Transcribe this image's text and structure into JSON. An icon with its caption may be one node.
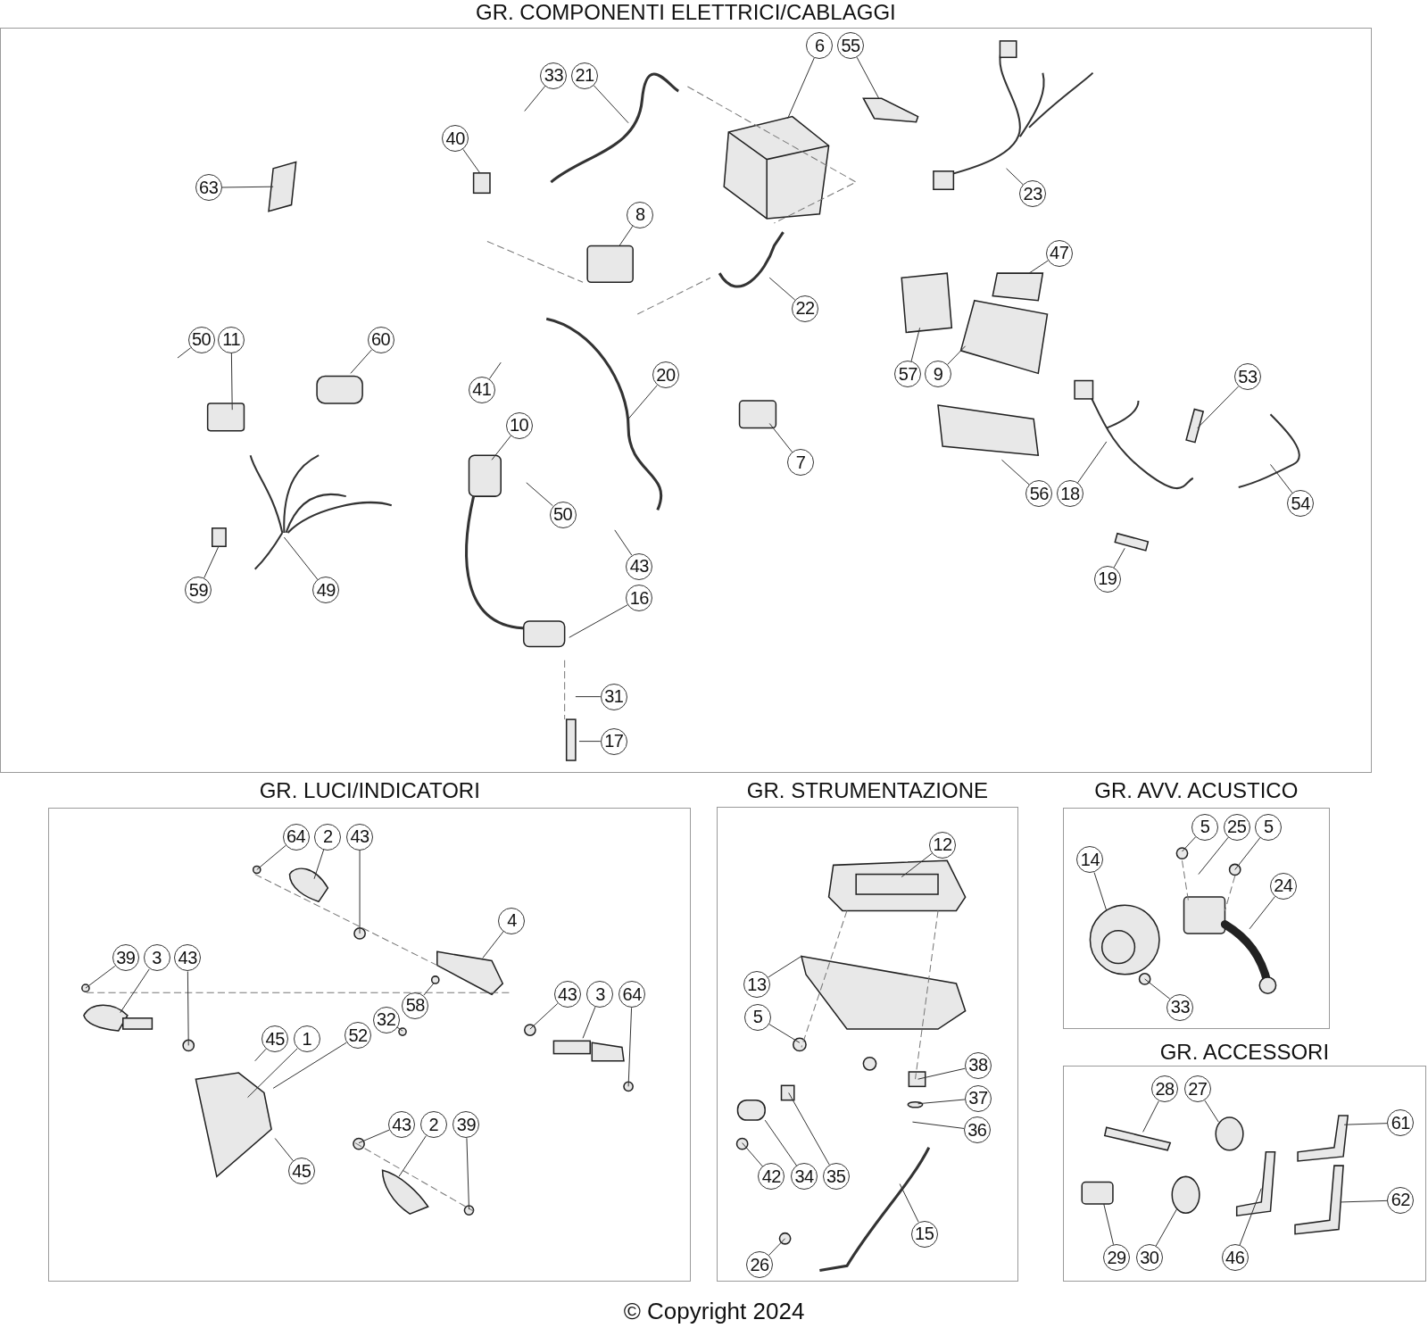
{
  "diagram": {
    "nodes": [
      {
        "text": [
          "GR. COMPONENTI ELETTRICI/CABLAGGI"
        ]
      },
      {
        "text": [
          "33"
        ],
        "in": 0
      },
      {
        "text": [
          "21"
        ],
        "in": 0
      },
      {
        "text": [
          "6"
        ],
        "in": 0
      },
      {
        "text": [
          "55"
        ],
        "in": 0
      },
      {
        "text": [
          "40"
        ],
        "in": 0
      },
      {
        "text": [
          "63"
        ],
        "in": 0
      },
      {
        "text": [
          "23"
        ],
        "in": 0
      },
      {
        "text": [
          "8"
        ],
        "in": 0
      },
      {
        "text": [
          "22"
        ],
        "in": 0
      },
      {
        "text": [
          "47"
        ],
        "in": 0
      },
      {
        "text": [
          "50"
        ],
        "in": 0
      },
      {
        "text": [
          "11"
        ],
        "in": 0
      },
      {
        "text": [
          "60"
        ],
        "in": 0
      },
      {
        "text": [
          "20"
        ],
        "in": 0
      },
      {
        "text": [
          "41"
        ],
        "in": 0
      },
      {
        "text": [
          "57"
        ],
        "in": 0
      },
      {
        "text": [
          "9"
        ],
        "in": 0
      },
      {
        "text": [
          "53"
        ],
        "in": 0
      },
      {
        "text": [
          "10"
        ],
        "in": 0
      },
      {
        "text": [
          "7"
        ],
        "in": 0
      },
      {
        "text": [
          "50"
        ],
        "in": 0
      },
      {
        "text": [
          "56"
        ],
        "in": 0
      },
      {
        "text": [
          "18"
        ],
        "in": 0
      },
      {
        "text": [
          "54"
        ],
        "in": 0
      },
      {
        "text": [
          "59"
        ],
        "in": 0
      },
      {
        "text": [
          "49"
        ],
        "in": 0
      },
      {
        "text": [
          "43"
        ],
        "in": 0
      },
      {
        "text": [
          "16"
        ],
        "in": 0
      },
      {
        "text": [
          "19"
        ],
        "in": 0
      },
      {
        "text": [
          "31"
        ],
        "in": 0
      },
      {
        "text": [
          "17"
        ],
        "in": 0
      },
      {
        "text": [
          "GR. LUCI/INDICATORI"
        ]
      },
      {
        "text": [
          "64"
        ],
        "in": 32
      },
      {
        "text": [
          "2"
        ],
        "in": 32
      },
      {
        "text": [
          "43"
        ],
        "in": 32
      },
      {
        "text": [
          "4"
        ],
        "in": 32
      },
      {
        "text": [
          "39"
        ],
        "in": 32
      },
      {
        "text": [
          "3"
        ],
        "in": 32
      },
      {
        "text": [
          "43"
        ],
        "in": 32
      },
      {
        "text": [
          "43"
        ],
        "in": 32
      },
      {
        "text": [
          "3"
        ],
        "in": 32
      },
      {
        "text": [
          "64"
        ],
        "in": 32
      },
      {
        "text": [
          "58"
        ],
        "in": 32
      },
      {
        "text": [
          "32"
        ],
        "in": 32
      },
      {
        "text": [
          "45"
        ],
        "in": 32
      },
      {
        "text": [
          "1"
        ],
        "in": 32
      },
      {
        "text": [
          "52"
        ],
        "in": 32
      },
      {
        "text": [
          "43"
        ],
        "in": 32
      },
      {
        "text": [
          "2"
        ],
        "in": 32
      },
      {
        "text": [
          "39"
        ],
        "in": 32
      },
      {
        "text": [
          "45"
        ],
        "in": 32
      },
      {
        "text": [
          "GR. STRUMENTAZIONE"
        ]
      },
      {
        "text": [
          "12"
        ],
        "in": 52
      },
      {
        "text": [
          "13"
        ],
        "in": 52
      },
      {
        "text": [
          "5"
        ],
        "in": 52
      },
      {
        "text": [
          "38"
        ],
        "in": 52
      },
      {
        "text": [
          "37"
        ],
        "in": 52
      },
      {
        "text": [
          "36"
        ],
        "in": 52
      },
      {
        "text": [
          "42"
        ],
        "in": 52
      },
      {
        "text": [
          "34"
        ],
        "in": 52
      },
      {
        "text": [
          "35"
        ],
        "in": 52
      },
      {
        "text": [
          "15"
        ],
        "in": 52
      },
      {
        "text": [
          "26"
        ],
        "in": 52
      },
      {
        "text": [
          "GR. AVV. ACUSTICO"
        ]
      },
      {
        "text": [
          "14"
        ],
        "in": 64
      },
      {
        "text": [
          "5"
        ],
        "in": 64
      },
      {
        "text": [
          "25"
        ],
        "in": 64
      },
      {
        "text": [
          "5"
        ],
        "in": 64
      },
      {
        "text": [
          "24"
        ],
        "in": 64
      },
      {
        "text": [
          "33"
        ],
        "in": 64
      },
      {
        "text": [
          "GR. ACCESSORI"
        ]
      },
      {
        "text": [
          "28"
        ],
        "in": 71
      },
      {
        "text": [
          "27"
        ],
        "in": 71
      },
      {
        "text": [
          "61"
        ],
        "in": 71
      },
      {
        "text": [
          "62"
        ],
        "in": 71
      },
      {
        "text": [
          "29"
        ],
        "in": 71
      },
      {
        "text": [
          "30"
        ],
        "in": 71
      },
      {
        "text": [
          "46"
        ],
        "in": 71
      }
    ],
    "edges": [
      {
        "from": 1,
        "to": null,
        "arrow": "none"
      },
      {
        "from": 2,
        "to": null,
        "arrow": "none"
      },
      {
        "from": 3,
        "to": null,
        "arrow": "none"
      },
      {
        "from": 4,
        "to": null,
        "arrow": "none"
      },
      {
        "from": 5,
        "to": null,
        "arrow": "none"
      },
      {
        "from": 6,
        "to": null,
        "arrow": "none"
      },
      {
        "from": 7,
        "to": null,
        "arrow": "none"
      },
      {
        "from": 8,
        "to": null,
        "arrow": "none"
      },
      {
        "from": 9,
        "to": null,
        "arrow": "none"
      },
      {
        "from": 10,
        "to": null,
        "arrow": "none"
      },
      {
        "from": 11,
        "to": null,
        "arrow": "none"
      },
      {
        "from": 12,
        "to": null,
        "arrow": "none"
      },
      {
        "from": 13,
        "to": null,
        "arrow": "none"
      },
      {
        "from": 14,
        "to": null,
        "arrow": "none"
      },
      {
        "from": 15,
        "to": null,
        "arrow": "none"
      },
      {
        "from": 16,
        "to": null,
        "arrow": "none"
      },
      {
        "from": 17,
        "to": null,
        "arrow": "none"
      },
      {
        "from": 18,
        "to": null,
        "arrow": "none"
      },
      {
        "from": 19,
        "to": null,
        "arrow": "none"
      },
      {
        "from": 20,
        "to": null,
        "arrow": "none"
      },
      {
        "from": 21,
        "to": null,
        "arrow": "none"
      },
      {
        "from": 22,
        "to": null,
        "arrow": "none"
      },
      {
        "from": 23,
        "to": null,
        "arrow": "none"
      },
      {
        "from": 24,
        "to": null,
        "arrow": "none"
      },
      {
        "from": 25,
        "to": null,
        "arrow": "none"
      },
      {
        "from": 26,
        "to": null,
        "arrow": "none"
      },
      {
        "from": 27,
        "to": null,
        "arrow": "none"
      },
      {
        "from": 28,
        "to": null,
        "arrow": "none"
      },
      {
        "from": 29,
        "to": null,
        "arrow": "none"
      },
      {
        "from": 30,
        "to": null,
        "arrow": "none"
      },
      {
        "from": 31,
        "to": null,
        "arrow": "none"
      },
      {
        "from": 33,
        "to": null,
        "arrow": "none"
      },
      {
        "from": 34,
        "to": null,
        "arrow": "none"
      },
      {
        "from": 35,
        "to": null,
        "arrow": "none"
      },
      {
        "from": 36,
        "to": null,
        "arrow": "none"
      },
      {
        "from": 37,
        "to": null,
        "arrow": "none"
      },
      {
        "from": 38,
        "to": null,
        "arrow": "none"
      },
      {
        "from": 39,
        "to": null,
        "arrow": "none"
      },
      {
        "from": 40,
        "to": null,
        "arrow": "none"
      },
      {
        "from": 41,
        "to": null,
        "arrow": "none"
      },
      {
        "from": 42,
        "to": null,
        "arrow": "none"
      },
      {
        "from": 43,
        "to": null,
        "arrow": "none"
      },
      {
        "from": 44,
        "to": null,
        "arrow": "none"
      },
      {
        "from": 45,
        "to": null,
        "arrow": "none"
      },
      {
        "from": 46,
        "to": null,
        "arrow": "none"
      },
      {
        "from": 47,
        "to": null,
        "arrow": "none"
      },
      {
        "from": 48,
        "to": null,
        "arrow": "none"
      },
      {
        "from": 49,
        "to": null,
        "arrow": "none"
      },
      {
        "from": 50,
        "to": null,
        "arrow": "none"
      },
      {
        "from": 51,
        "to": null,
        "arrow": "none"
      },
      {
        "from": 53,
        "to": null,
        "arrow": "none"
      },
      {
        "from": 54,
        "to": null,
        "arrow": "none"
      },
      {
        "from": 55,
        "to": null,
        "arrow": "none"
      },
      {
        "from": 56,
        "to": null,
        "arrow": "none"
      },
      {
        "from": 57,
        "to": null,
        "arrow": "none"
      },
      {
        "from": 58,
        "to": null,
        "arrow": "none"
      },
      {
        "from": 59,
        "to": null,
        "arrow": "none"
      },
      {
        "from": 60,
        "to": null,
        "arrow": "none"
      },
      {
        "from": 61,
        "to": null,
        "arrow": "none"
      },
      {
        "from": 62,
        "to": null,
        "arrow": "none"
      },
      {
        "from": 63,
        "to": null,
        "arrow": "none"
      },
      {
        "from": 65,
        "to": null,
        "arrow": "none"
      },
      {
        "from": 66,
        "to": null,
        "arrow": "none"
      },
      {
        "from": 67,
        "to": null,
        "arrow": "none"
      },
      {
        "from": 68,
        "to": null,
        "arrow": "none"
      },
      {
        "from": 69,
        "to": null,
        "arrow": "none"
      },
      {
        "from": 70,
        "to": null,
        "arrow": "none"
      },
      {
        "from": 72,
        "to": null,
        "arrow": "none"
      },
      {
        "from": 73,
        "to": null,
        "arrow": "none"
      },
      {
        "from": 74,
        "to": null,
        "arrow": "none"
      },
      {
        "from": 75,
        "to": null,
        "arrow": "none"
      },
      {
        "from": 76,
        "to": null,
        "arrow": "none"
      },
      {
        "from": 77,
        "to": null,
        "arrow": "none"
      },
      {
        "from": 78,
        "to": null,
        "arrow": "none"
      }
    ],
    "labels": [
      "© Copyright 2024"
    ]
  }
}
